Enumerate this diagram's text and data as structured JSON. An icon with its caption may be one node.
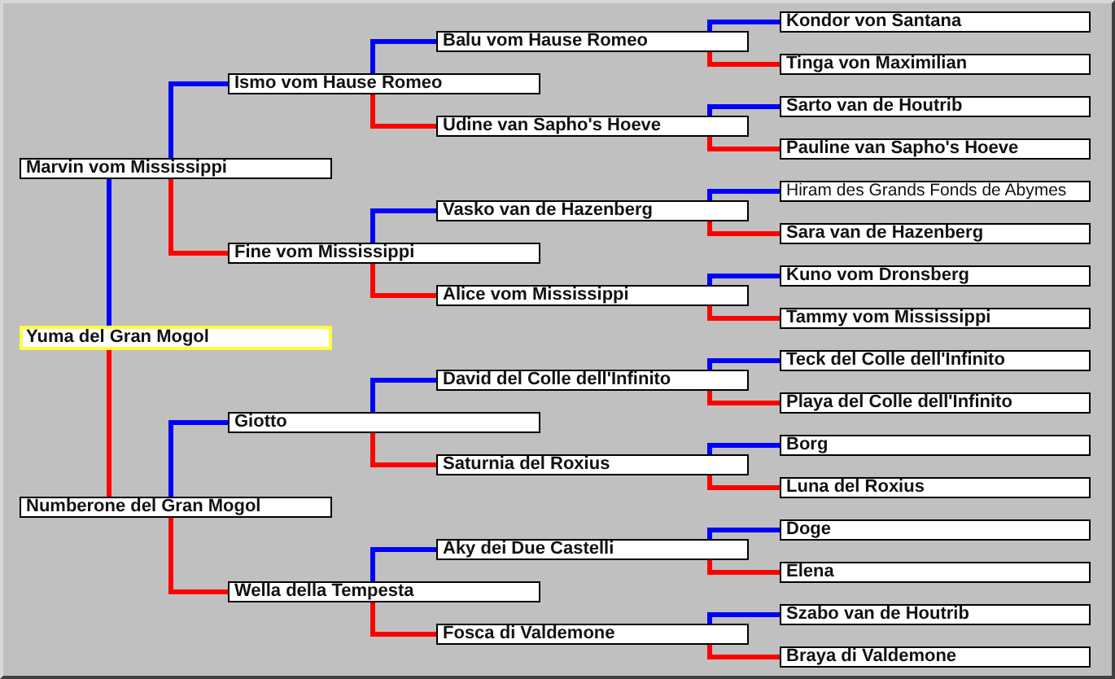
{
  "diagram": {
    "nodes": [
      {
        "text": [
          "Yuma del Gran Mogol"
        ]
      },
      {
        "text": [
          "Marvin vom Mississippi"
        ]
      },
      {
        "text": [
          "Numberone del Gran Mogol"
        ]
      },
      {
        "text": [
          "Ismo vom Hause Romeo"
        ]
      },
      {
        "text": [
          "Fine vom Mississippi"
        ]
      },
      {
        "text": [
          "Giotto"
        ]
      },
      {
        "text": [
          "Wella della Tempesta"
        ]
      },
      {
        "text": [
          "Balu vom Hause Romeo"
        ]
      },
      {
        "text": [
          "Udine van Sapho's Hoeve"
        ]
      },
      {
        "text": [
          "Vasko van de Hazenberg"
        ]
      },
      {
        "text": [
          "Alice vom Mississippi"
        ]
      },
      {
        "text": [
          "David del Colle dell'Infinito"
        ]
      },
      {
        "text": [
          "Saturnia del Roxius"
        ]
      },
      {
        "text": [
          "Aky dei Due Castelli"
        ]
      },
      {
        "text": [
          "Fosca di Valdemone"
        ]
      },
      {
        "text": [
          "Kondor von Santana"
        ]
      },
      {
        "text": [
          "Tinga von Maximilian"
        ]
      },
      {
        "text": [
          "Sarto van de Houtrib"
        ]
      },
      {
        "text": [
          "Pauline van Sapho's Hoeve"
        ]
      },
      {
        "text": [
          "Hiram des Grands Fonds de Abymes"
        ]
      },
      {
        "text": [
          "Sara van de Hazenberg"
        ]
      },
      {
        "text": [
          "Kuno vom Dronsberg"
        ]
      },
      {
        "text": [
          "Tammy vom Mississippi"
        ]
      },
      {
        "text": [
          "Teck del Colle dell'Infinito"
        ]
      },
      {
        "text": [
          "Playa del Colle dell'Infinito"
        ]
      },
      {
        "text": [
          "Borg"
        ]
      },
      {
        "text": [
          "Luna del Roxius"
        ]
      },
      {
        "text": [
          "Doge"
        ]
      },
      {
        "text": [
          "Elena"
        ]
      },
      {
        "text": [
          "Szabo van de Houtrib"
        ]
      },
      {
        "text": [
          "Braya di Valdemone"
        ]
      }
    ],
    "edges": [
      {
        "from": 0,
        "to": 1,
        "arrow": "none",
        "color": "#0000ff"
      },
      {
        "from": 0,
        "to": 2,
        "arrow": "none",
        "color": "#ff0000"
      },
      {
        "from": 1,
        "to": 3,
        "arrow": "none",
        "color": "#0000ff"
      },
      {
        "from": 1,
        "to": 4,
        "arrow": "none",
        "color": "#ff0000"
      },
      {
        "from": 2,
        "to": 5,
        "arrow": "none",
        "color": "#0000ff"
      },
      {
        "from": 2,
        "to": 6,
        "arrow": "none",
        "color": "#ff0000"
      },
      {
        "from": 3,
        "to": 7,
        "arrow": "none",
        "color": "#0000ff"
      },
      {
        "from": 3,
        "to": 8,
        "arrow": "none",
        "color": "#ff0000"
      },
      {
        "from": 4,
        "to": 9,
        "arrow": "none",
        "color": "#0000ff"
      },
      {
        "from": 4,
        "to": 10,
        "arrow": "none",
        "color": "#ff0000"
      },
      {
        "from": 5,
        "to": 11,
        "arrow": "none",
        "color": "#0000ff"
      },
      {
        "from": 5,
        "to": 12,
        "arrow": "none",
        "color": "#ff0000"
      },
      {
        "from": 6,
        "to": 13,
        "arrow": "none",
        "color": "#0000ff"
      },
      {
        "from": 6,
        "to": 14,
        "arrow": "none",
        "color": "#ff0000"
      },
      {
        "from": 7,
        "to": 15,
        "arrow": "none",
        "color": "#0000ff"
      },
      {
        "from": 7,
        "to": 16,
        "arrow": "none",
        "color": "#ff0000"
      },
      {
        "from": 8,
        "to": 17,
        "arrow": "none",
        "color": "#0000ff"
      },
      {
        "from": 8,
        "to": 18,
        "arrow": "none",
        "color": "#ff0000"
      },
      {
        "from": 9,
        "to": 19,
        "arrow": "none",
        "color": "#0000ff"
      },
      {
        "from": 9,
        "to": 20,
        "arrow": "none",
        "color": "#ff0000"
      },
      {
        "from": 10,
        "to": 21,
        "arrow": "none",
        "color": "#0000ff"
      },
      {
        "from": 10,
        "to": 22,
        "arrow": "none",
        "color": "#ff0000"
      },
      {
        "from": 11,
        "to": 23,
        "arrow": "none",
        "color": "#0000ff"
      },
      {
        "from": 11,
        "to": 24,
        "arrow": "none",
        "color": "#ff0000"
      },
      {
        "from": 12,
        "to": 25,
        "arrow": "none",
        "color": "#0000ff"
      },
      {
        "from": 12,
        "to": 26,
        "arrow": "none",
        "color": "#ff0000"
      },
      {
        "from": 13,
        "to": 27,
        "arrow": "none",
        "color": "#0000ff"
      },
      {
        "from": 13,
        "to": 28,
        "arrow": "none",
        "color": "#ff0000"
      },
      {
        "from": 14,
        "to": 29,
        "arrow": "none",
        "color": "#0000ff"
      },
      {
        "from": 14,
        "to": 30,
        "arrow": "none",
        "color": "#ff0000"
      }
    ]
  }
}
